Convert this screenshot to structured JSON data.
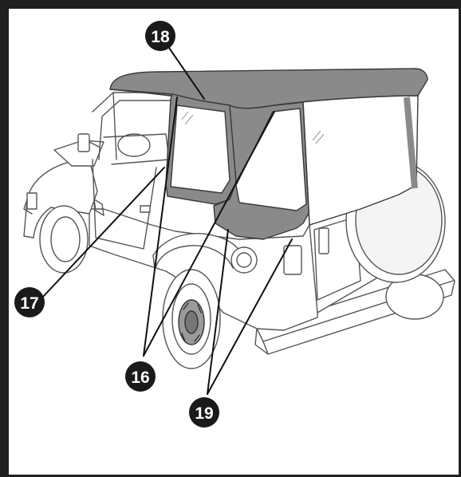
{
  "diagram": {
    "callouts": [
      {
        "id": "16",
        "label": "16"
      },
      {
        "id": "17",
        "label": "17"
      },
      {
        "id": "18",
        "label": "18"
      },
      {
        "id": "19",
        "label": "19"
      }
    ],
    "colors": {
      "frame": "#1f1f1f",
      "soft_top": "#8a8a8a",
      "vehicle_outline": "#555555",
      "callout_fill": "#1a1a1a",
      "callout_text": "#ffffff"
    }
  }
}
